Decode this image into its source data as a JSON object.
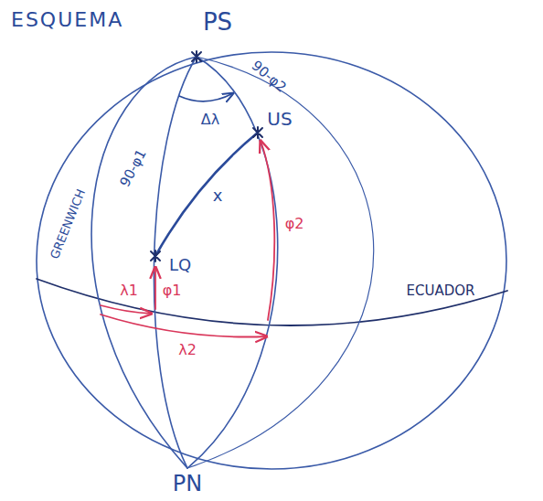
{
  "diagram": {
    "title": "ESQUEMA",
    "labels": [
      "PS",
      "PN",
      "GREENWICH",
      "ECUADOR",
      "90-φ2",
      "Δλ",
      "US",
      "90-φ1",
      "x",
      "LQ",
      "φ1",
      "φ2",
      "λ1",
      "λ2"
    ]
  }
}
